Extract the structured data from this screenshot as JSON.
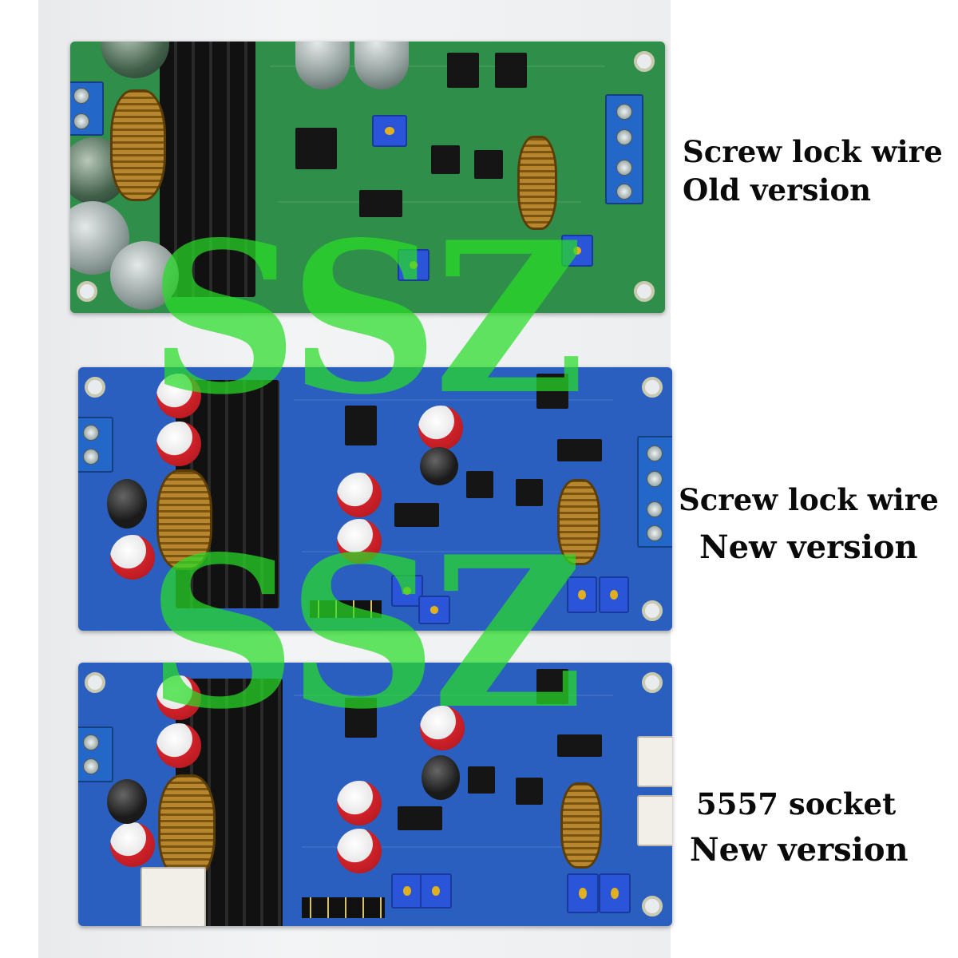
{
  "captions": {
    "old_screw": {
      "line1": "Screw lock wire",
      "line2": "Old version"
    },
    "new_screw": {
      "line1": "Screw lock wire",
      "line2": "New version"
    },
    "socket": {
      "line1": "5557 socket",
      "line2": "New version"
    }
  },
  "watermark": {
    "text": "SSZ",
    "color": "#28dc28"
  },
  "colors": {
    "green_board": "#2f8f4a",
    "blue_board": "#2a5fc0",
    "background": "#ffffff"
  }
}
